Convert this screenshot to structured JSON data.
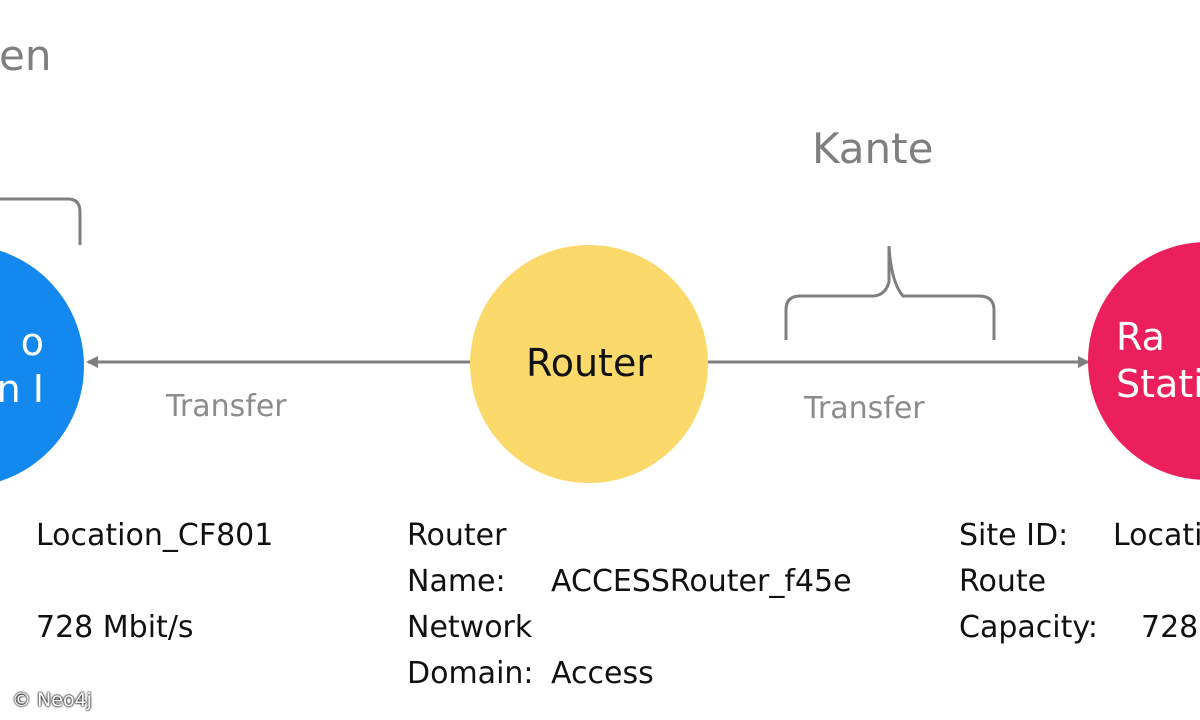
{
  "headings": {
    "left": "en",
    "right": "Kante"
  },
  "nodes": {
    "left": "o\nn I",
    "center": "Router",
    "right": "Ra\nStati"
  },
  "edges": {
    "left_label": "Transfer",
    "right_label": "Transfer"
  },
  "properties": {
    "left": {
      "line1": "Location_CF801",
      "line2": "728 Mbit/s"
    },
    "center": {
      "label1": "Router",
      "label2": "Name:",
      "value2": "ACCESSRouter_f45e",
      "label3": "Network",
      "label4": "Domain:",
      "value4": "Access"
    },
    "right": {
      "label1": "Site ID:",
      "value1": "Locati",
      "label2": "Route",
      "label3": "Capacity:",
      "value3": "728"
    }
  },
  "copyright": "© Neo4j",
  "colors": {
    "left_node": "#1389f0",
    "center_node": "#fbd96a",
    "right_node": "#ea1f5c",
    "heading": "#7f7f7f",
    "edge_label": "#8c8c8c",
    "line": "#7f7f7f"
  }
}
